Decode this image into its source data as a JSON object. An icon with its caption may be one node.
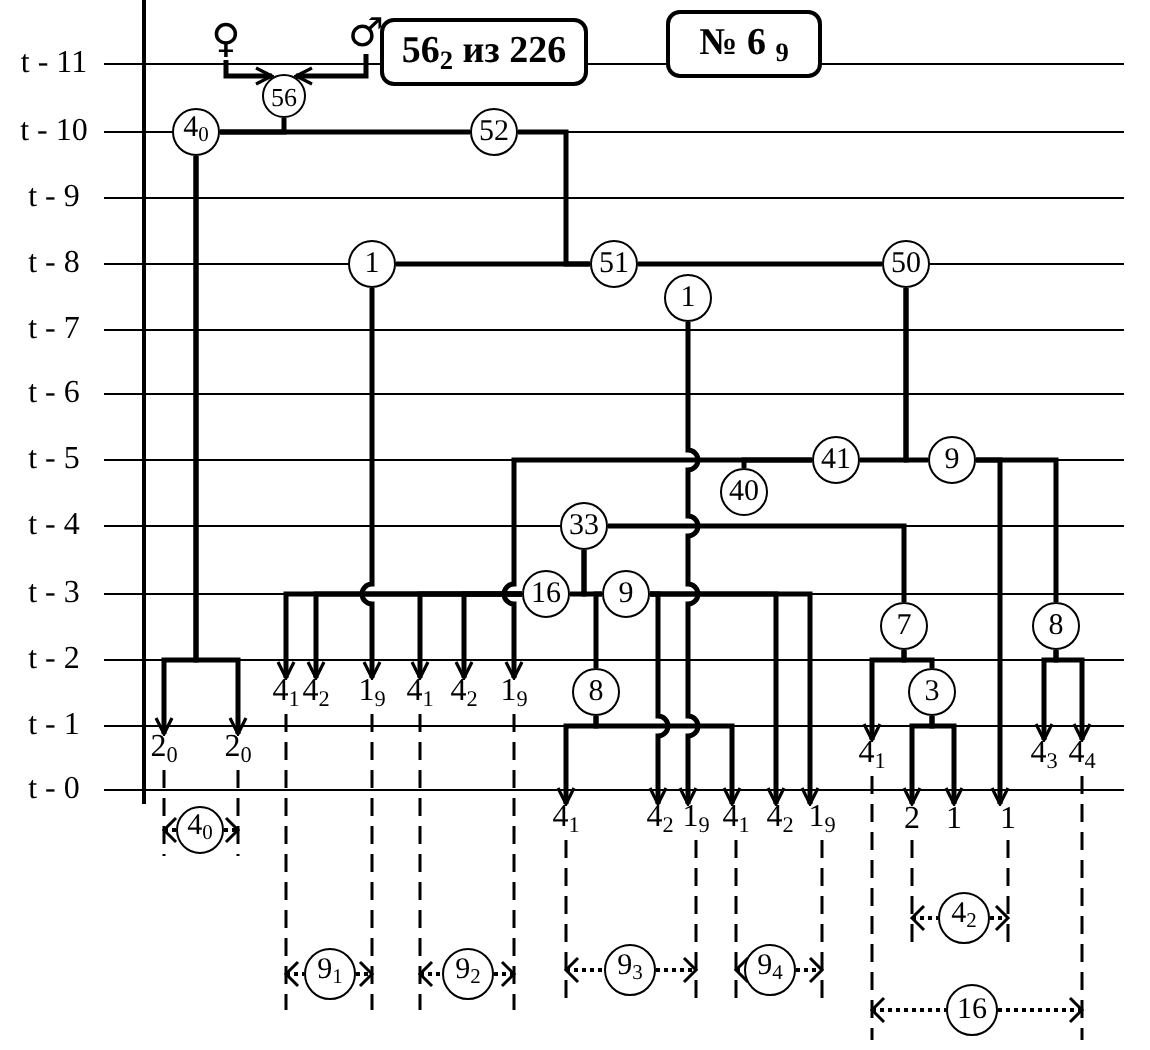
{
  "diagram": {
    "nodes": [
      {
        "text": [
          "56$_{2}$ из 226"
        ]
      },
      {
        "text": [
          "№ 6 $_{9}$"
        ]
      },
      {
        "text": [
          "♀"
        ]
      },
      {
        "text": [
          "♂"
        ]
      },
      {
        "text": [
          "56"
        ]
      },
      {
        "text": [
          "4$_{0}$"
        ]
      },
      {
        "text": [
          "52"
        ]
      },
      {
        "text": [
          "1"
        ]
      },
      {
        "text": [
          "51"
        ]
      },
      {
        "text": [
          "1"
        ]
      },
      {
        "text": [
          "50"
        ]
      },
      {
        "text": [
          "41"
        ]
      },
      {
        "text": [
          "9"
        ]
      },
      {
        "text": [
          "40"
        ]
      },
      {
        "text": [
          "33"
        ]
      },
      {
        "text": [
          "16"
        ]
      },
      {
        "text": [
          "9"
        ]
      },
      {
        "text": [
          "7"
        ]
      },
      {
        "text": [
          "8"
        ]
      },
      {
        "text": [
          "8"
        ]
      },
      {
        "text": [
          "3"
        ]
      },
      {
        "text": [
          "2$_{0}$"
        ]
      },
      {
        "text": [
          "2$_{0}$"
        ]
      },
      {
        "text": [
          "4$_{1}$"
        ]
      },
      {
        "text": [
          "4$_{2}$"
        ]
      },
      {
        "text": [
          "1$_{9}$"
        ]
      },
      {
        "text": [
          "4$_{1}$"
        ]
      },
      {
        "text": [
          "4$_{2}$"
        ]
      },
      {
        "text": [
          "1$_{9}$"
        ]
      },
      {
        "text": [
          "4$_{1}$"
        ]
      },
      {
        "text": [
          "4$_{2}$"
        ]
      },
      {
        "text": [
          "1$_{9}$"
        ]
      },
      {
        "text": [
          "4$_{1}$"
        ]
      },
      {
        "text": [
          "4$_{2}$"
        ]
      },
      {
        "text": [
          "1$_{9}$"
        ]
      },
      {
        "text": [
          "4$_{1}$"
        ]
      },
      {
        "text": [
          "2"
        ]
      },
      {
        "text": [
          "1"
        ]
      },
      {
        "text": [
          "1"
        ]
      },
      {
        "text": [
          "4$_{3}$"
        ]
      },
      {
        "text": [
          "4$_{4}$"
        ]
      },
      {
        "text": [
          "4$_{0}$"
        ]
      },
      {
        "text": [
          "9$_{1}$"
        ]
      },
      {
        "text": [
          "9$_{2}$"
        ]
      },
      {
        "text": [
          "9$_{3}$"
        ]
      },
      {
        "text": [
          "9$_{4}$"
        ]
      },
      {
        "text": [
          "4$_{2}$"
        ]
      },
      {
        "text": [
          "16"
        ]
      }
    ],
    "edges": [
      {
        "from": 2,
        "to": 4,
        "arrow": "to"
      },
      {
        "from": 3,
        "to": 4,
        "arrow": "to"
      },
      {
        "from": 4,
        "to": 5,
        "arrow": "none"
      },
      {
        "from": 5,
        "to": 6,
        "arrow": "none"
      },
      {
        "from": 6,
        "to": 8,
        "arrow": "none"
      },
      {
        "from": 7,
        "to": 8,
        "arrow": "none"
      },
      {
        "from": 8,
        "to": 10,
        "arrow": "none"
      },
      {
        "from": 10,
        "to": 12,
        "arrow": "none"
      },
      {
        "from": 10,
        "to": 11,
        "arrow": "none"
      },
      {
        "from": 11,
        "to": 13,
        "arrow": "none"
      },
      {
        "from": 11,
        "to": 28,
        "arrow": "to"
      },
      {
        "from": 7,
        "to": 25,
        "arrow": "to"
      },
      {
        "from": 15,
        "to": 23,
        "arrow": "to"
      },
      {
        "from": 15,
        "to": 24,
        "arrow": "to"
      },
      {
        "from": 15,
        "to": 26,
        "arrow": "to"
      },
      {
        "from": 15,
        "to": 27,
        "arrow": "to"
      },
      {
        "from": 5,
        "to": 21,
        "arrow": "to"
      },
      {
        "from": 5,
        "to": 22,
        "arrow": "to"
      },
      {
        "from": 14,
        "to": 15,
        "arrow": "none"
      },
      {
        "from": 14,
        "to": 16,
        "arrow": "none"
      },
      {
        "from": 14,
        "to": 17,
        "arrow": "none"
      },
      {
        "from": 16,
        "to": 19,
        "arrow": "none"
      },
      {
        "from": 16,
        "to": 30,
        "arrow": "to"
      },
      {
        "from": 16,
        "to": 33,
        "arrow": "to"
      },
      {
        "from": 16,
        "to": 34,
        "arrow": "to"
      },
      {
        "from": 9,
        "to": 31,
        "arrow": "to"
      },
      {
        "from": 19,
        "to": 29,
        "arrow": "to"
      },
      {
        "from": 19,
        "to": 32,
        "arrow": "to"
      },
      {
        "from": 17,
        "to": 35,
        "arrow": "to"
      },
      {
        "from": 17,
        "to": 20,
        "arrow": "none"
      },
      {
        "from": 20,
        "to": 36,
        "arrow": "to"
      },
      {
        "from": 20,
        "to": 37,
        "arrow": "to"
      },
      {
        "from": 12,
        "to": 38,
        "arrow": "to"
      },
      {
        "from": 12,
        "to": 18,
        "arrow": "none"
      },
      {
        "from": 18,
        "to": 39,
        "arrow": "to"
      },
      {
        "from": 18,
        "to": 40,
        "arrow": "to"
      }
    ],
    "labels": [
      "t - 11",
      "t - 10",
      "t - 9",
      "t - 8",
      "t - 7",
      "t - 6",
      "t - 5",
      "t - 4",
      "t - 3",
      "t - 2",
      "t - 1",
      "t - 0"
    ]
  }
}
